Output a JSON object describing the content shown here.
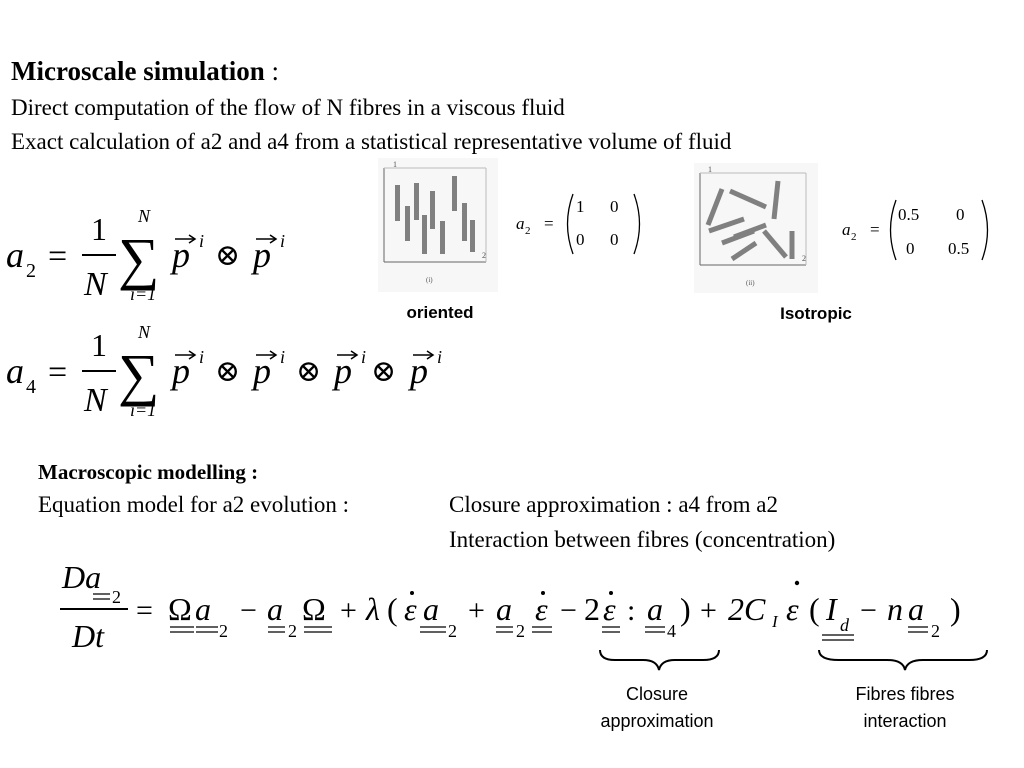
{
  "slide": {
    "microscale": {
      "title": "Microscale simulation",
      "title_colon": " :",
      "line1": "Direct computation of  the flow of N fibres in a viscous fluid",
      "line2": "Exact calculation of a2 and a4 from a statistical representative volume of fluid"
    },
    "equations": {
      "a2_lhs": "a",
      "a2_sub": "2",
      "a4_lhs": "a",
      "a4_sub": "4",
      "equals": "=",
      "frac_num": "1",
      "frac_den": "N",
      "sum_sym": "∑",
      "sum_upper": "N",
      "sum_lower": "i=1",
      "p": "p",
      "sup_i": "i",
      "otimes": "⊗"
    },
    "figures": {
      "oriented": {
        "caption": "oriented",
        "axis_y": "1",
        "axis_x": "2",
        "panel_label": "(i)",
        "matrix_label": "a",
        "matrix_sub": "2",
        "matrix": [
          [
            "1",
            "0"
          ],
          [
            "0",
            "0"
          ]
        ]
      },
      "isotropic": {
        "caption": "Isotropic",
        "axis_y": "1",
        "axis_x": "2",
        "panel_label": "(ii)",
        "matrix_label": "a",
        "matrix_sub": "2",
        "matrix": [
          [
            "0.5",
            "0"
          ],
          [
            "0",
            "0.5"
          ]
        ]
      }
    },
    "macroscopic": {
      "title": "Macroscopic modelling :",
      "model_label": "Equation model for a2 evolution :",
      "closure_line": "Closure approximation : a4 from a2",
      "interaction_line": "Interaction between fibres (concentration)"
    },
    "evolution_equation": {
      "lhs_num": "Da",
      "lhs_sub": "2",
      "lhs_den": "Dt",
      "omega": "Ω",
      "lambda": "λ",
      "epsilon": "ε",
      "c_coef": "2C",
      "c_sub": "I",
      "identity": "I",
      "identity_sub": "d",
      "n": "n",
      "two": "2",
      "four": "4"
    },
    "annotations": {
      "closure": [
        "Closure",
        "approximation"
      ],
      "interaction": [
        "Fibres fibres",
        "interaction"
      ]
    }
  }
}
